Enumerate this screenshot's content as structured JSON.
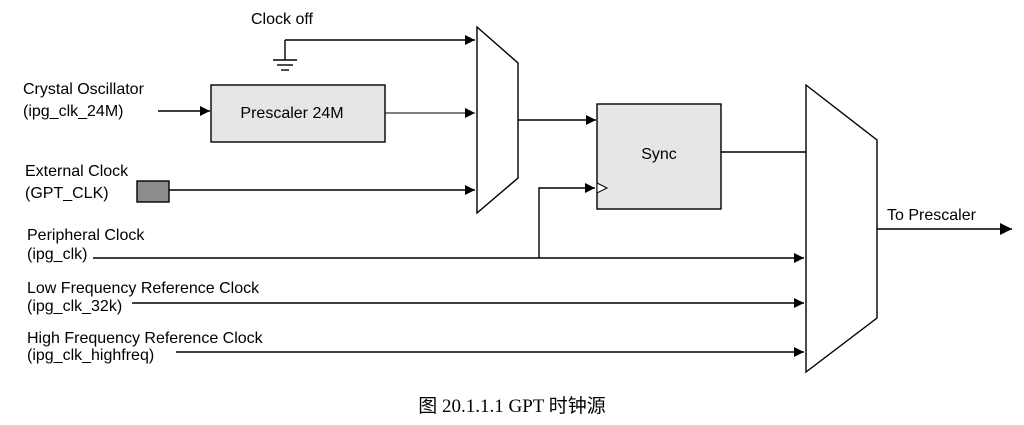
{
  "inputs": {
    "clock_off": "Clock off",
    "crystal_line1": "Crystal Oscillator",
    "crystal_line2": "(ipg_clk_24M)",
    "external_line1": "External Clock",
    "external_line2": "(GPT_CLK)",
    "peripheral_line1": "Peripheral Clock",
    "peripheral_line2": "(ipg_clk)",
    "low_freq_line1": "Low Frequency Reference Clock",
    "low_freq_line2": "(ipg_clk_32k)",
    "high_freq_line1": "High Frequency Reference Clock",
    "high_freq_line2": "(ipg_clk_highfreq)"
  },
  "blocks": {
    "prescaler": "Prescaler 24M",
    "sync": "Sync"
  },
  "output": {
    "label": "To Prescaler"
  },
  "caption": "图 20.1.1.1 GPT 时钟源",
  "colors": {
    "block_fill": "#e6e6e6",
    "pin_fill": "#8c8c8c",
    "line": "#000000"
  }
}
